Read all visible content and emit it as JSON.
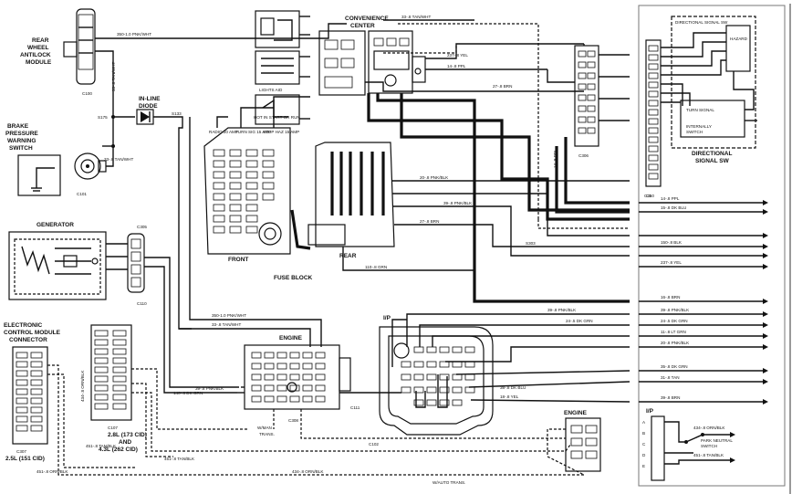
{
  "components": {
    "rear_abs": [
      "REAR",
      "WHEEL",
      "ANTILOCK",
      "MODULE"
    ],
    "inline_diode": [
      "IN-LINE",
      "DIODE"
    ],
    "brake_switch": [
      "BRAKE",
      "PRESSURE",
      "WARNING",
      "SWITCH"
    ],
    "generator": "GENERATOR",
    "ecm": [
      "ELECTRONIC",
      "CONTROL MODULE",
      "CONNECTOR"
    ],
    "convenience_center": [
      "CONVENIENCE",
      "CENTER"
    ],
    "fuse_block": "FUSE BLOCK",
    "fuse_front": "FRONT",
    "fuse_rear": "REAR",
    "engine_center": "ENGINE",
    "ip": "I/P",
    "engine_right": "ENGINE",
    "ip_right": "I/P",
    "directional": [
      "DIRECTIONAL",
      "SIGNAL SW"
    ],
    "ecm_28": [
      "2.8L (173 CID)",
      "AND",
      "4.3L (262 CID)"
    ],
    "ecm_25": "2.5L (151 CID)",
    "w_man_trans": [
      "W/MAN",
      "TRANS."
    ],
    "w_auto_trans": "W/AUTO TRANS.",
    "park_neutral": [
      "PARK NEUTRAL",
      "SWITCH"
    ],
    "hot_run": "HOT IN START OR RUN",
    "lights_aid": "LIGHTS AID"
  },
  "fuses": [
    "RADIO 20 AMP",
    "TURN SIG 15 AMP",
    "STOP HAZ 15 AMP"
  ],
  "connectors": [
    "C100",
    "C101",
    "C110",
    "C107",
    "C307",
    "C308",
    "C111",
    "C102",
    "C350",
    "C305",
    "C306",
    "C1"
  ],
  "splices": [
    "S133",
    "S175",
    "S303"
  ],
  "wires_top": [
    "350-1.0 PNK/WHT",
    "33-.8 TAN/WHT",
    "33-.8 TAN/WHT",
    "33-.8 TAN/WHT",
    "14-.8 PPL",
    "27-.8 BRN",
    "237-.8 YEL"
  ],
  "wires_mid": [
    "140-.8 DK GRN",
    "20-.8 PNK/BLK",
    "39-.8 PNK/BLK",
    "27-.8 BRN",
    "110-.8 GRN",
    "38-.8 DK BLU",
    "18-.8 YEL"
  ],
  "wires_right": [
    "14-.8 PPL",
    "15-.8 DK BLU",
    "150-.8 BLK",
    "237-.8 YEL",
    "16-.8 BRN",
    "39-.8 PNK/BLK",
    "24-.5 DK GRN",
    "11-.8 LT GRN",
    "20-.8 PNK/BLK",
    "35-.8 DK GRN",
    "31-.8 TAN",
    "39-.8 BRN"
  ],
  "wires_bottom": [
    "434-.8 ORN/BLK",
    "451-.8 TAN/BLK",
    "451-.8 ORN/BLK",
    "434-.8 ORN/BLK",
    "451-.8 TAN/BLK"
  ],
  "pn_wires": [
    "434-.8 ORN/BLK",
    "451-.8 TAN/BLK"
  ],
  "pn_letters": [
    "A",
    "B",
    "C",
    "D",
    "E"
  ],
  "tiny_labels": [
    "DIRECTIONAL SIGNAL SW",
    "TURN SIGNAL",
    "INTERNALLY",
    "SWITCH",
    "HAZARD"
  ]
}
